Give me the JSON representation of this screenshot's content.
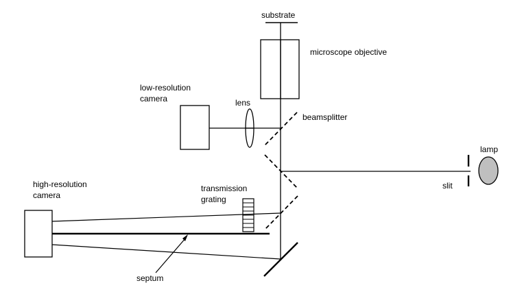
{
  "labels": {
    "substrate": "substrate",
    "microscope_objective": "microscope objective",
    "low_resolution_camera_line1": "low-resolution",
    "low_resolution_camera_line2": "camera",
    "lens": "lens",
    "beamsplitter": "beamsplitter",
    "lamp": "lamp",
    "slit": "slit",
    "high_resolution_camera_line1": "high-resolution",
    "high_resolution_camera_line2": "camera",
    "transmission_grating_line1": "transmission",
    "transmission_grating_line2": "grating",
    "septum": "septum"
  },
  "colors": {
    "line": "#000000",
    "lamp_fill": "#bfbfbf",
    "background": "#ffffff"
  }
}
